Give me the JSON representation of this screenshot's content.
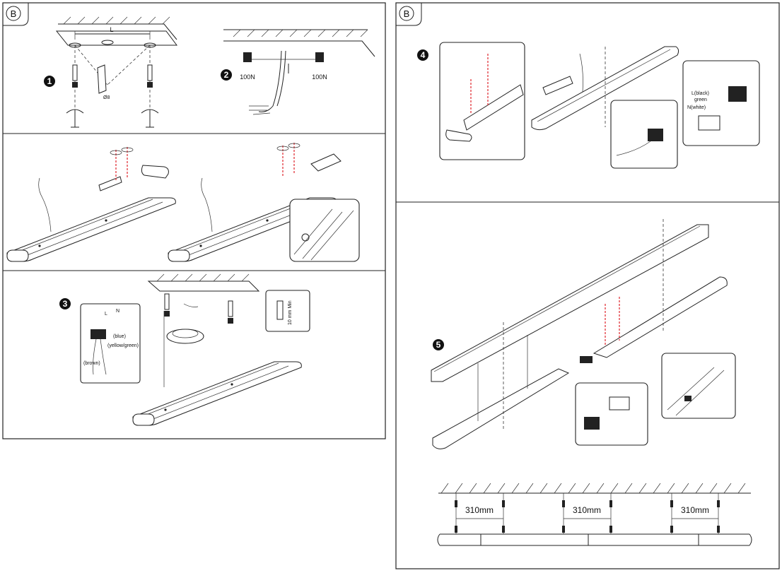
{
  "section_tabs": {
    "left": "B",
    "right": "B"
  },
  "steps": {
    "step1": {
      "number": "1",
      "dimension_label": "L"
    },
    "step2": {
      "number": "2",
      "force_left": "100N",
      "force_right": "100N"
    },
    "step3": {
      "number": "3",
      "wire_l": "L",
      "wire_n": "N",
      "blue": "(blue)",
      "yellow_green": "(yellow/green)",
      "brown": "(brown)",
      "min_clearance": "10 mm Min"
    },
    "step4": {
      "number": "4",
      "l_black": "L(black)",
      "green": "green",
      "n_white": "N(white)"
    },
    "step5": {
      "number": "5"
    }
  },
  "spacing": {
    "labels": [
      "310mm",
      "310mm",
      "310mm"
    ]
  }
}
